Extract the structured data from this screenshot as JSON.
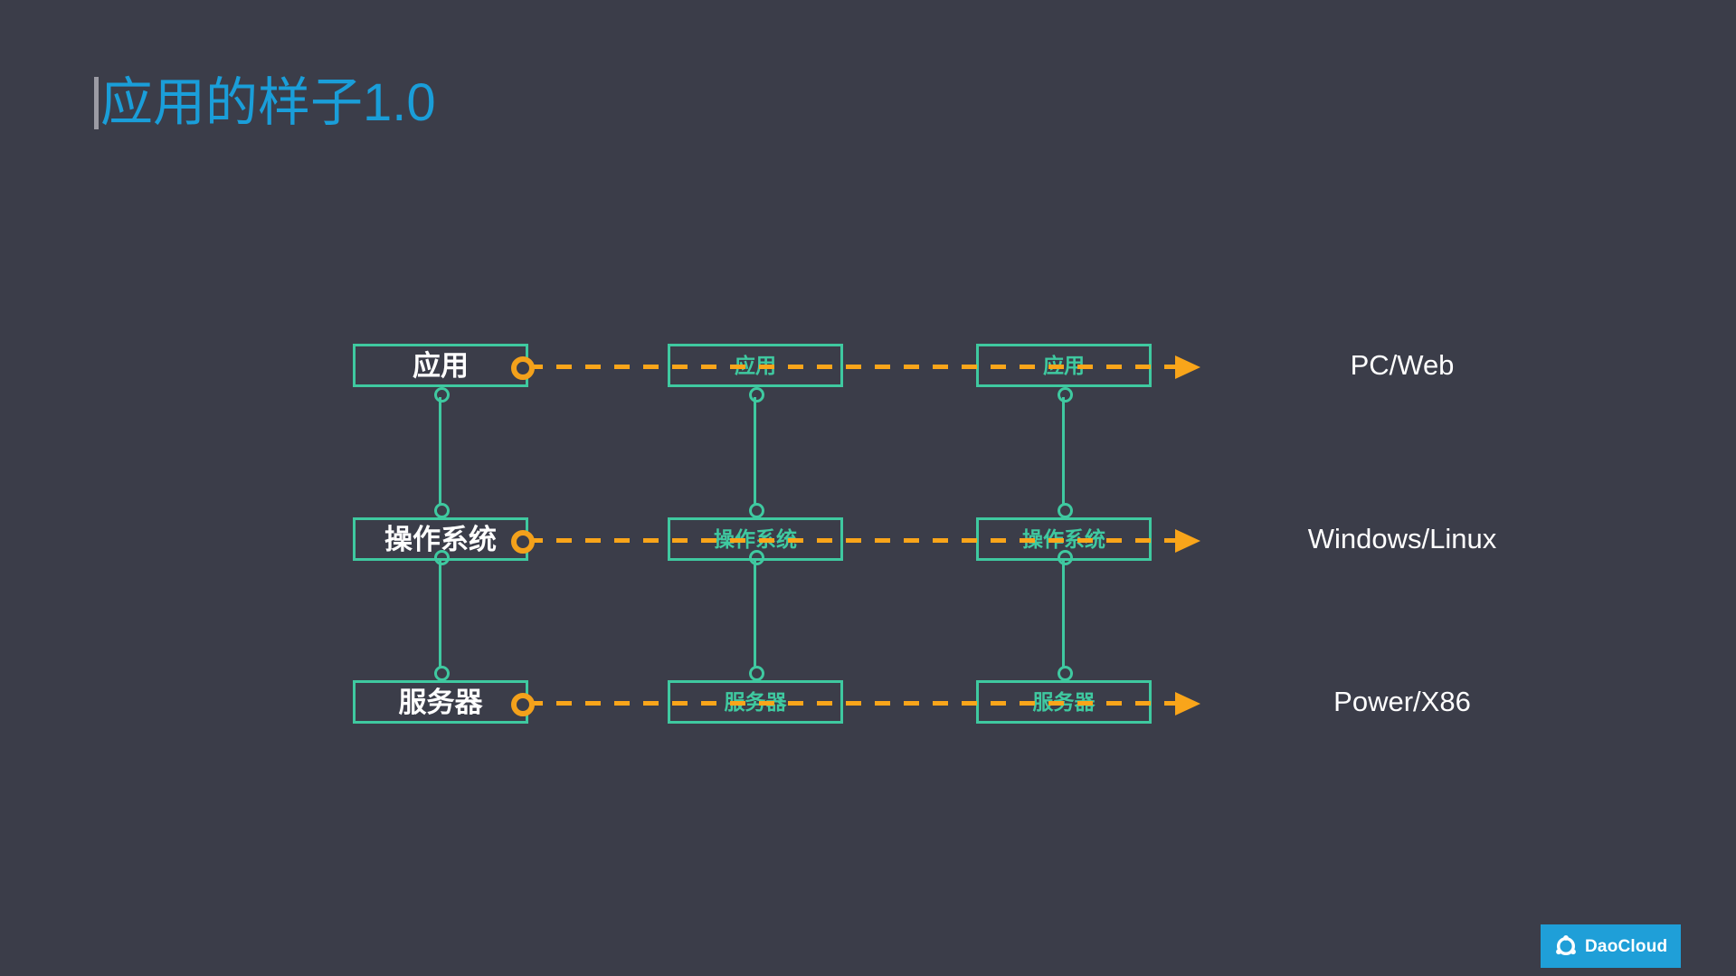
{
  "slide": {
    "title": "应用的样子1.0",
    "accent_color": "#1a9ed9",
    "background_color": "#3b3d49",
    "node_color": "#3fc9a0",
    "flow_color": "#f9a51a"
  },
  "diagram": {
    "type": "layered-stack-flow",
    "rows": [
      {
        "node_label_primary": "应用",
        "node_label_repeat": "应用",
        "tier_label": "PC/Web"
      },
      {
        "node_label_primary": "操作系统",
        "node_label_repeat": "操作系统",
        "tier_label": "Windows/Linux"
      },
      {
        "node_label_primary": "服务器",
        "node_label_repeat": "服务器",
        "tier_label": "Power/X86"
      }
    ]
  },
  "logo": {
    "text": "DaoCloud",
    "icon": "daocloud-ring-icon",
    "background_color": "#1f9fd8"
  }
}
